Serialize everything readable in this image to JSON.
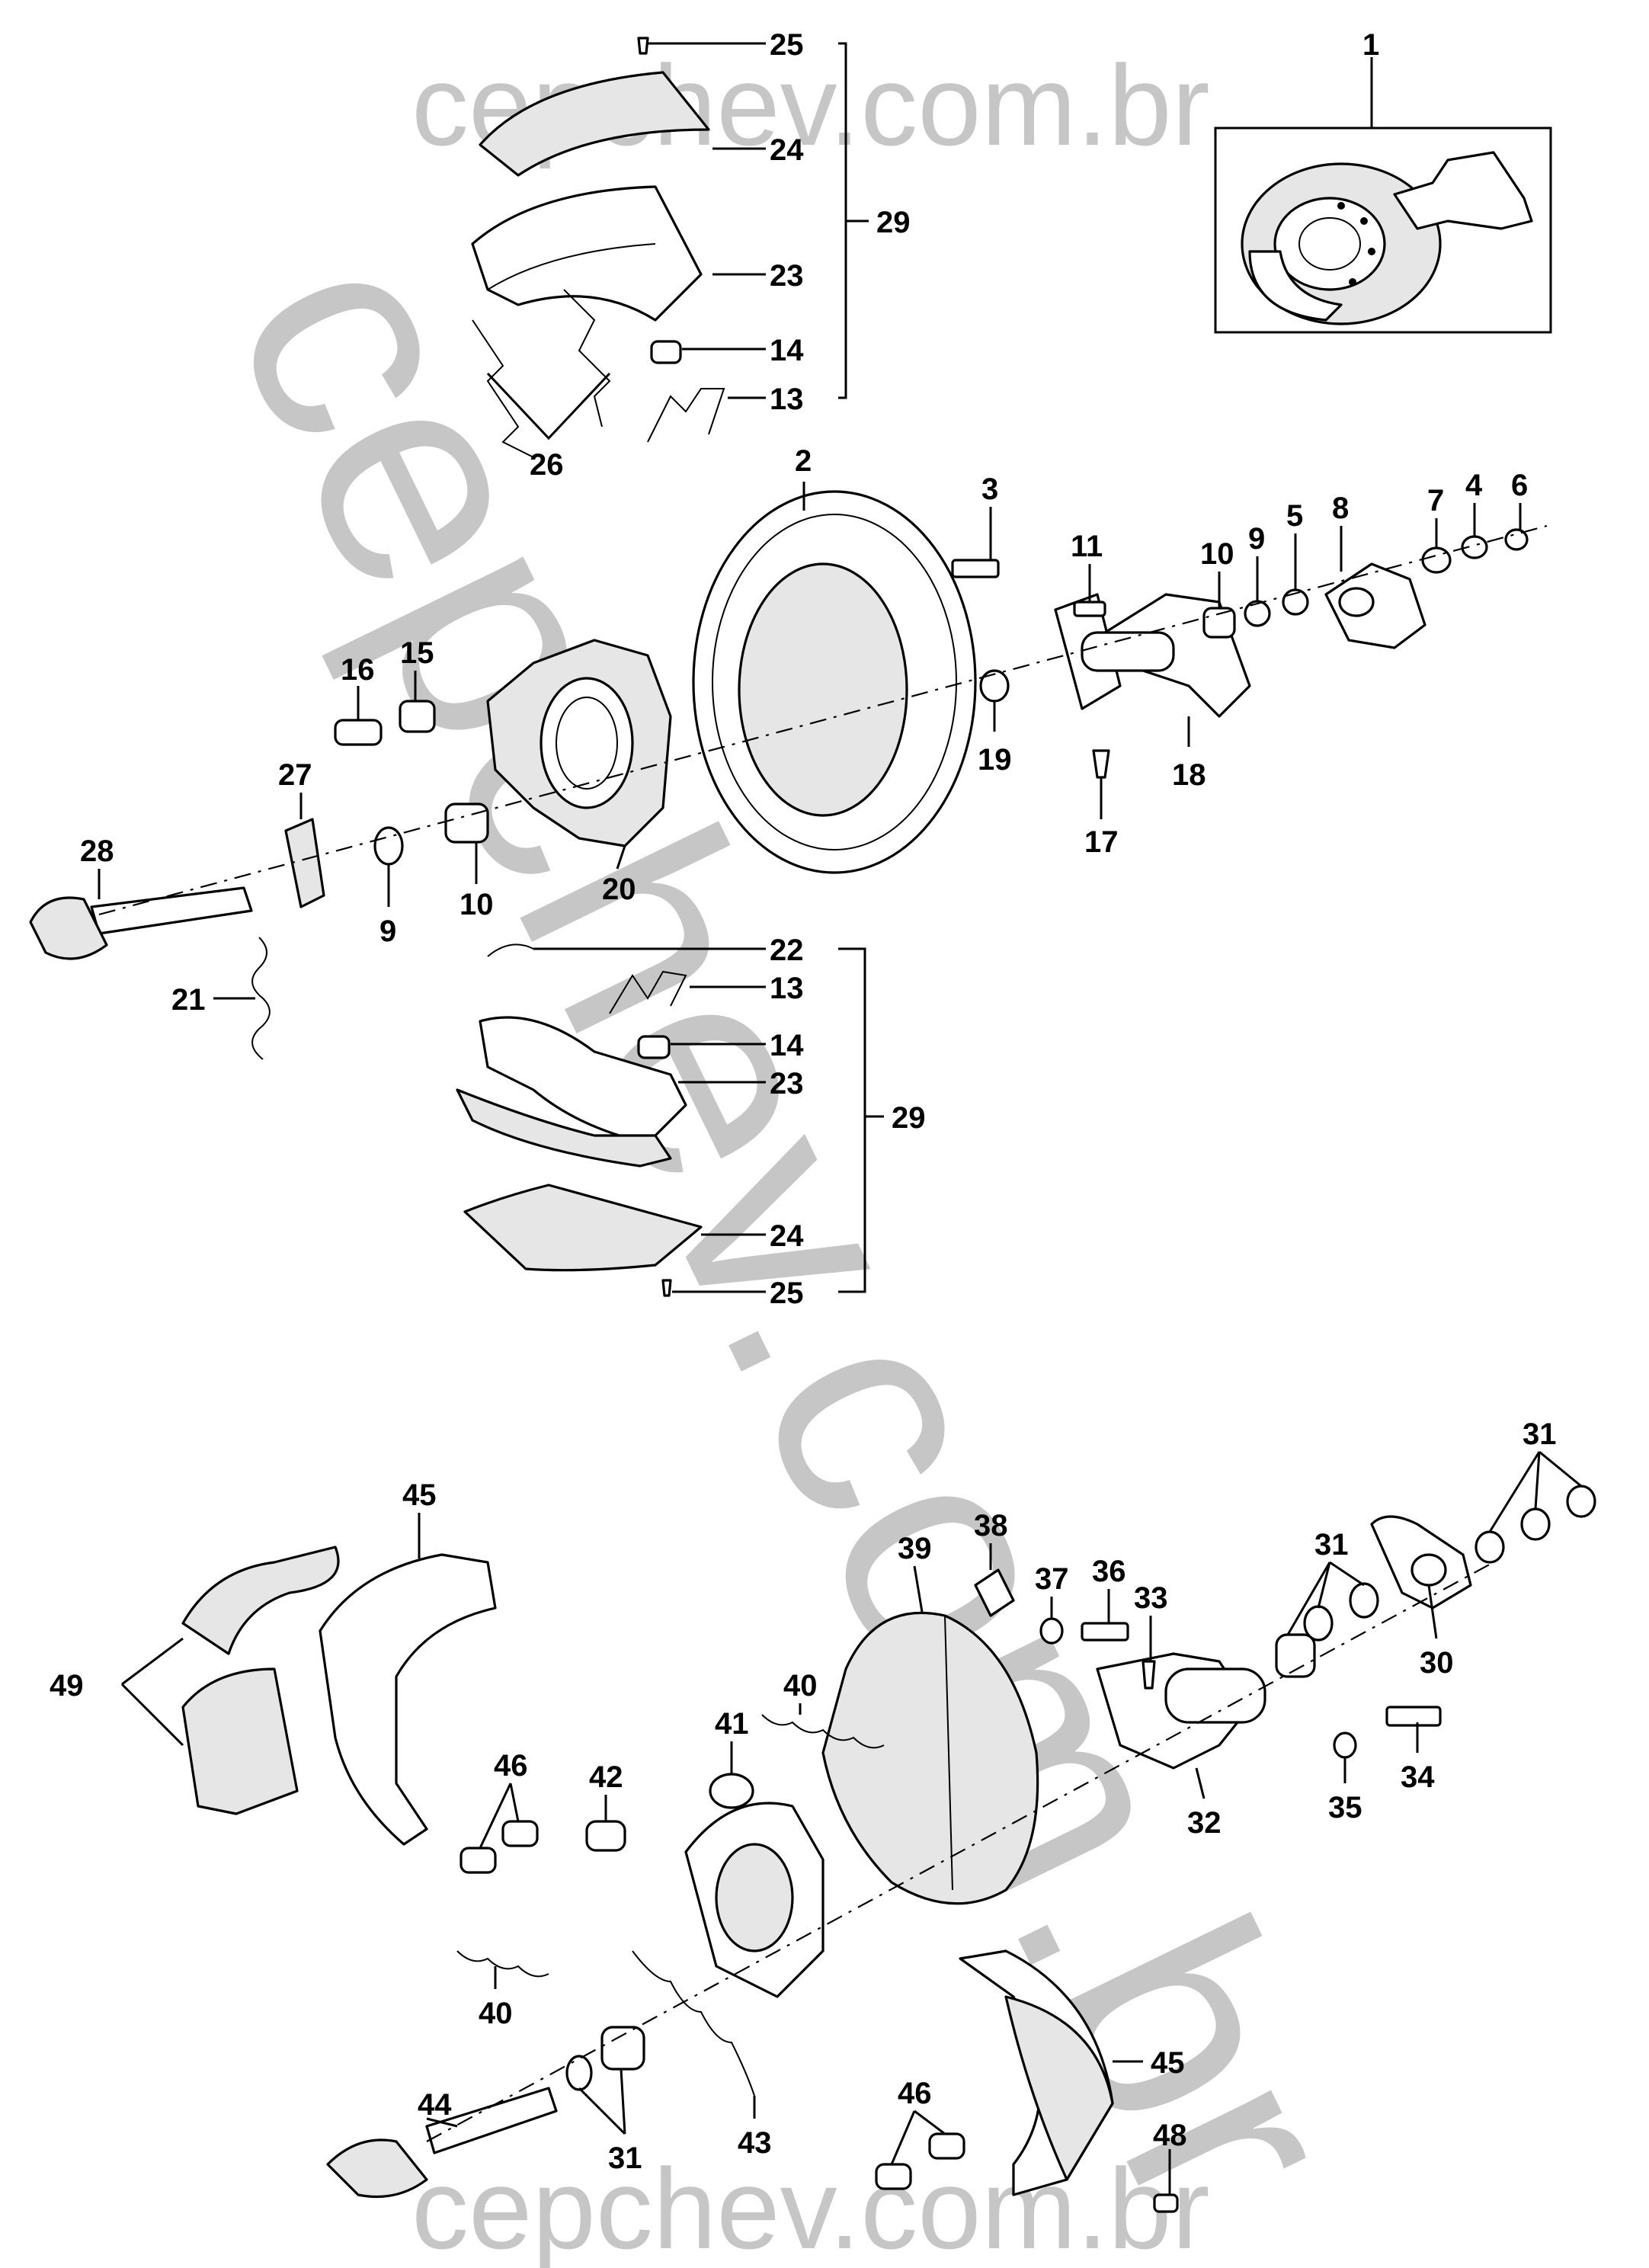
{
  "watermark": {
    "top": "cepchev.com.br",
    "bottom": "cepchev.com.br",
    "diagonal": "cepchev.com.br",
    "color": "#bdbdbd"
  },
  "callouts": {
    "c1": "1",
    "c2": "2",
    "c3": "3",
    "c4": "4",
    "c5": "5",
    "c6": "6",
    "c7": "7",
    "c8": "8",
    "c9a": "9",
    "c9b": "9",
    "c10a": "10",
    "c10b": "10",
    "c11": "11",
    "c13a": "13",
    "c13b": "13",
    "c14a": "14",
    "c14b": "14",
    "c15": "15",
    "c16": "16",
    "c17": "17",
    "c18": "18",
    "c19": "19",
    "c20": "20",
    "c21": "21",
    "c22": "22",
    "c23a": "23",
    "c23b": "23",
    "c24a": "24",
    "c24b": "24",
    "c25a": "25",
    "c25b": "25",
    "c26": "26",
    "c27": "27",
    "c28": "28",
    "c29a": "29",
    "c29b": "29",
    "c30": "30",
    "c31a": "31",
    "c31b": "31",
    "c31c": "31",
    "c32": "32",
    "c33": "33",
    "c34": "34",
    "c35": "35",
    "c36": "36",
    "c37": "37",
    "c38": "38",
    "c39": "39",
    "c40a": "40",
    "c40b": "40",
    "c41": "41",
    "c42": "42",
    "c43": "43",
    "c44": "44",
    "c45a": "45",
    "c45b": "45",
    "c46a": "46",
    "c46b": "46",
    "c48": "48",
    "c49": "49"
  }
}
